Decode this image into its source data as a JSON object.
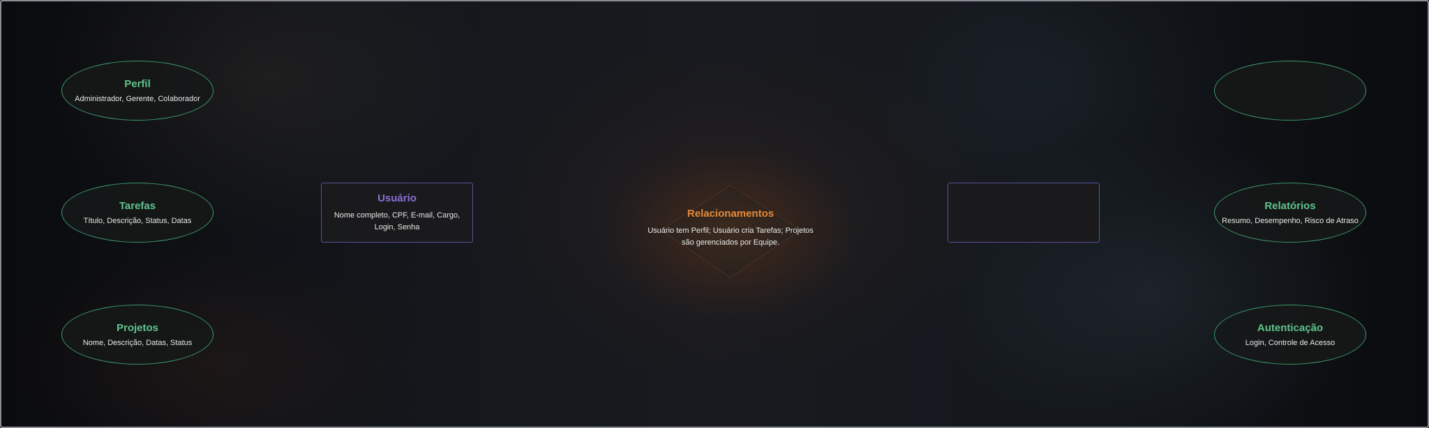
{
  "diagram": {
    "nodes": {
      "perfil": {
        "title": "Perfil",
        "desc": "Administrador, Gerente, Colaborador"
      },
      "tarefas": {
        "title": "Tarefas",
        "desc": "Título, Descrição, Status, Datas"
      },
      "projetos": {
        "title": "Projetos",
        "desc": "Nome, Descrição, Datas, Status"
      },
      "usuario": {
        "title": "Usuário",
        "desc": "Nome completo, CPF, E-mail, Cargo, Login, Senha"
      },
      "relacionamentos": {
        "title": "Relacionamentos",
        "desc_line1": "Usuário tem Perfil; Usuário cria Tarefas; Projetos",
        "desc_line2": "são gerenciados por Equipe."
      },
      "blank_box": {
        "title": "",
        "desc": ""
      },
      "blank_ellipse": {
        "title": "",
        "desc": ""
      },
      "relatorios": {
        "title": "Relatórios",
        "desc": "Resumo, Desempenho, Risco de Atraso"
      },
      "autenticacao": {
        "title": "Autenticação",
        "desc": "Login, Controle de Acesso"
      }
    },
    "colors": {
      "ellipse_border": "#3d9a6a",
      "ellipse_title": "#5fc48c",
      "entity_border": "#5b4f9a",
      "entity_title": "#8a6fd6",
      "relationship_title": "#e58a3a"
    }
  }
}
